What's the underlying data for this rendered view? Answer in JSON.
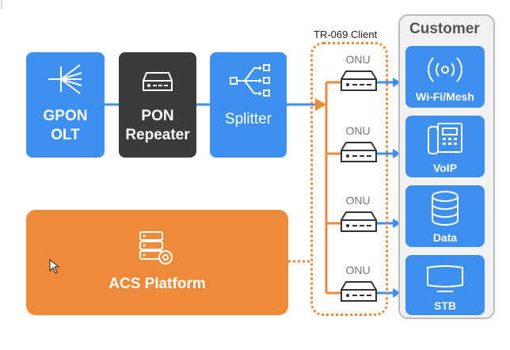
{
  "nodes": {
    "gpon_olt": {
      "line1": "GPON",
      "line2": "OLT"
    },
    "pon_repeater": {
      "line1": "PON",
      "line2": "Repeater"
    },
    "splitter": {
      "label": "Splitter"
    },
    "acs": {
      "label": "ACS Platform"
    }
  },
  "tr069_label": "TR-069 Client",
  "onu_labels": [
    "ONU",
    "ONU",
    "ONU",
    "ONU"
  ],
  "customer": {
    "title": "Customer",
    "items": [
      "Wi-Fi/Mesh",
      "VoIP",
      "Data",
      "STB"
    ]
  },
  "colors": {
    "blue": "#3d8ff0",
    "dark": "#3b3b3b",
    "orange": "#ee8a3a"
  }
}
